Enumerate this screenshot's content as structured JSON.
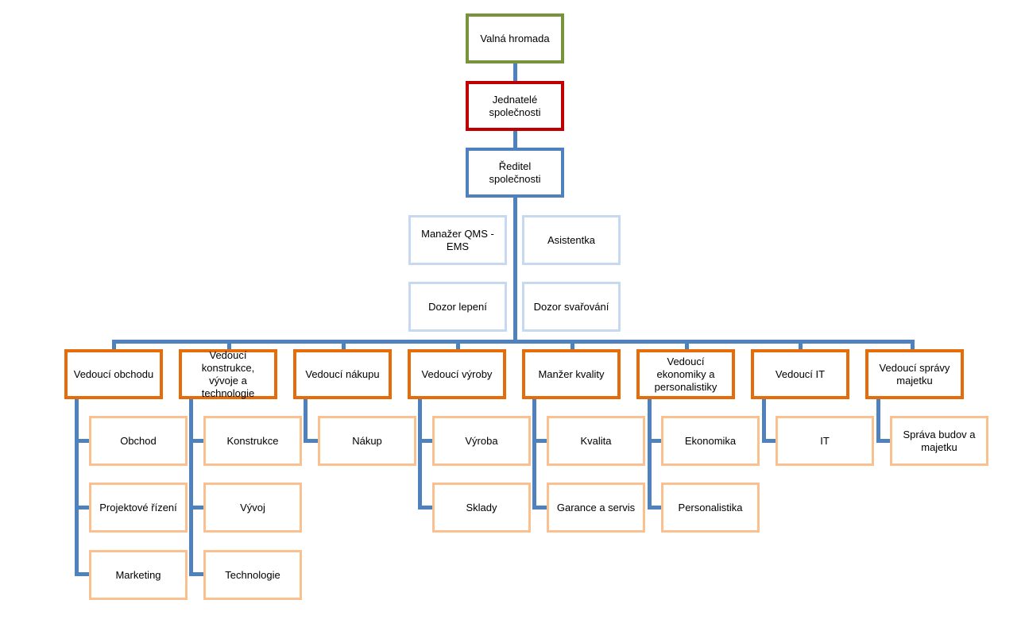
{
  "colors": {
    "connector": "#4f81bd",
    "top_border": "#77933c",
    "board_border": "#c00000",
    "director_border": "#4f81bd",
    "staff_border": "#c6d9f1",
    "department_head_border": "#e46c0a",
    "unit_border": "#fac090"
  },
  "org": {
    "top": "Valná hromada",
    "board": "Jednatelé společnosti",
    "director": "Ředitel společnosti",
    "staff": {
      "qms": "Manažer QMS - EMS",
      "assistant": "Asistentka",
      "gluing": "Dozor lepení",
      "welding": "Dozor svařování"
    },
    "departments": [
      {
        "head": "Vedoucí obchodu",
        "units": [
          "Obchod",
          "Projektové řízení",
          "Marketing"
        ]
      },
      {
        "head": "Vedoucí konstrukce, vývoje a technologie",
        "units": [
          "Konstrukce",
          "Vývoj",
          "Technologie"
        ]
      },
      {
        "head": "Vedoucí nákupu",
        "units": [
          "Nákup"
        ]
      },
      {
        "head": "Vedoucí výroby",
        "units": [
          "Výroba",
          "Sklady"
        ]
      },
      {
        "head": "Manžer kvality",
        "units": [
          "Kvalita",
          "Garance a servis"
        ]
      },
      {
        "head": "Vedoucí ekonomiky a personalistiky",
        "units": [
          "Ekonomika",
          "Personalistika"
        ]
      },
      {
        "head": "Vedoucí IT",
        "units": [
          "IT"
        ]
      },
      {
        "head": "Vedoucí správy majetku",
        "units": [
          "Správa budov a majetku"
        ]
      }
    ]
  }
}
